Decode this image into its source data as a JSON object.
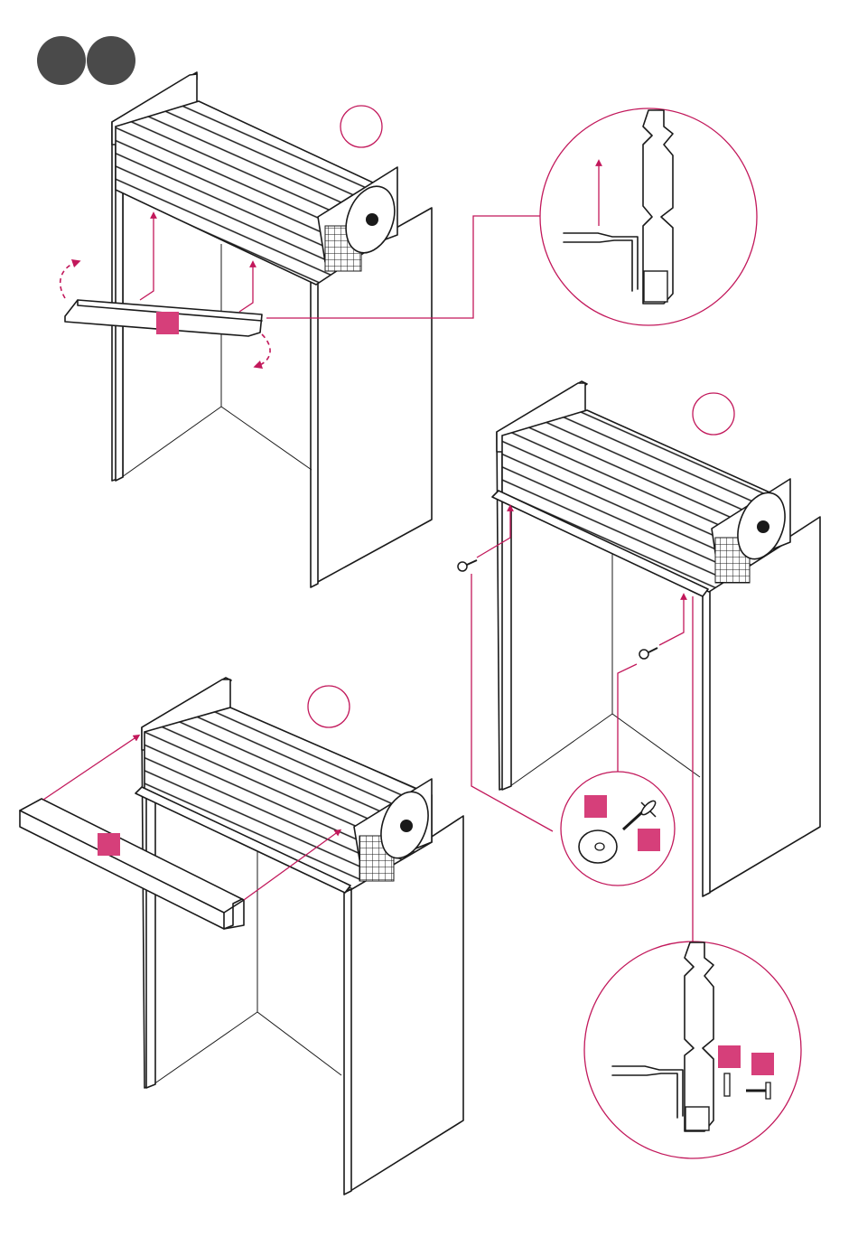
{
  "page": {
    "step_badges": [
      "",
      ""
    ],
    "colors": {
      "accent": "#c2185b",
      "marker": "#d63f7a",
      "badge": "#4a4a4a",
      "line": "#1a1a1a"
    }
  },
  "steps": [
    {
      "id": "step-a",
      "label": ""
    },
    {
      "id": "step-b",
      "label": ""
    },
    {
      "id": "step-c",
      "label": ""
    }
  ],
  "parts": [
    {
      "id": "part-rail",
      "label": ""
    },
    {
      "id": "part-washer",
      "label": ""
    },
    {
      "id": "part-screw",
      "label": ""
    },
    {
      "id": "part-front-rail",
      "label": ""
    },
    {
      "id": "part-pin",
      "label": ""
    },
    {
      "id": "part-small-screw",
      "label": ""
    }
  ]
}
